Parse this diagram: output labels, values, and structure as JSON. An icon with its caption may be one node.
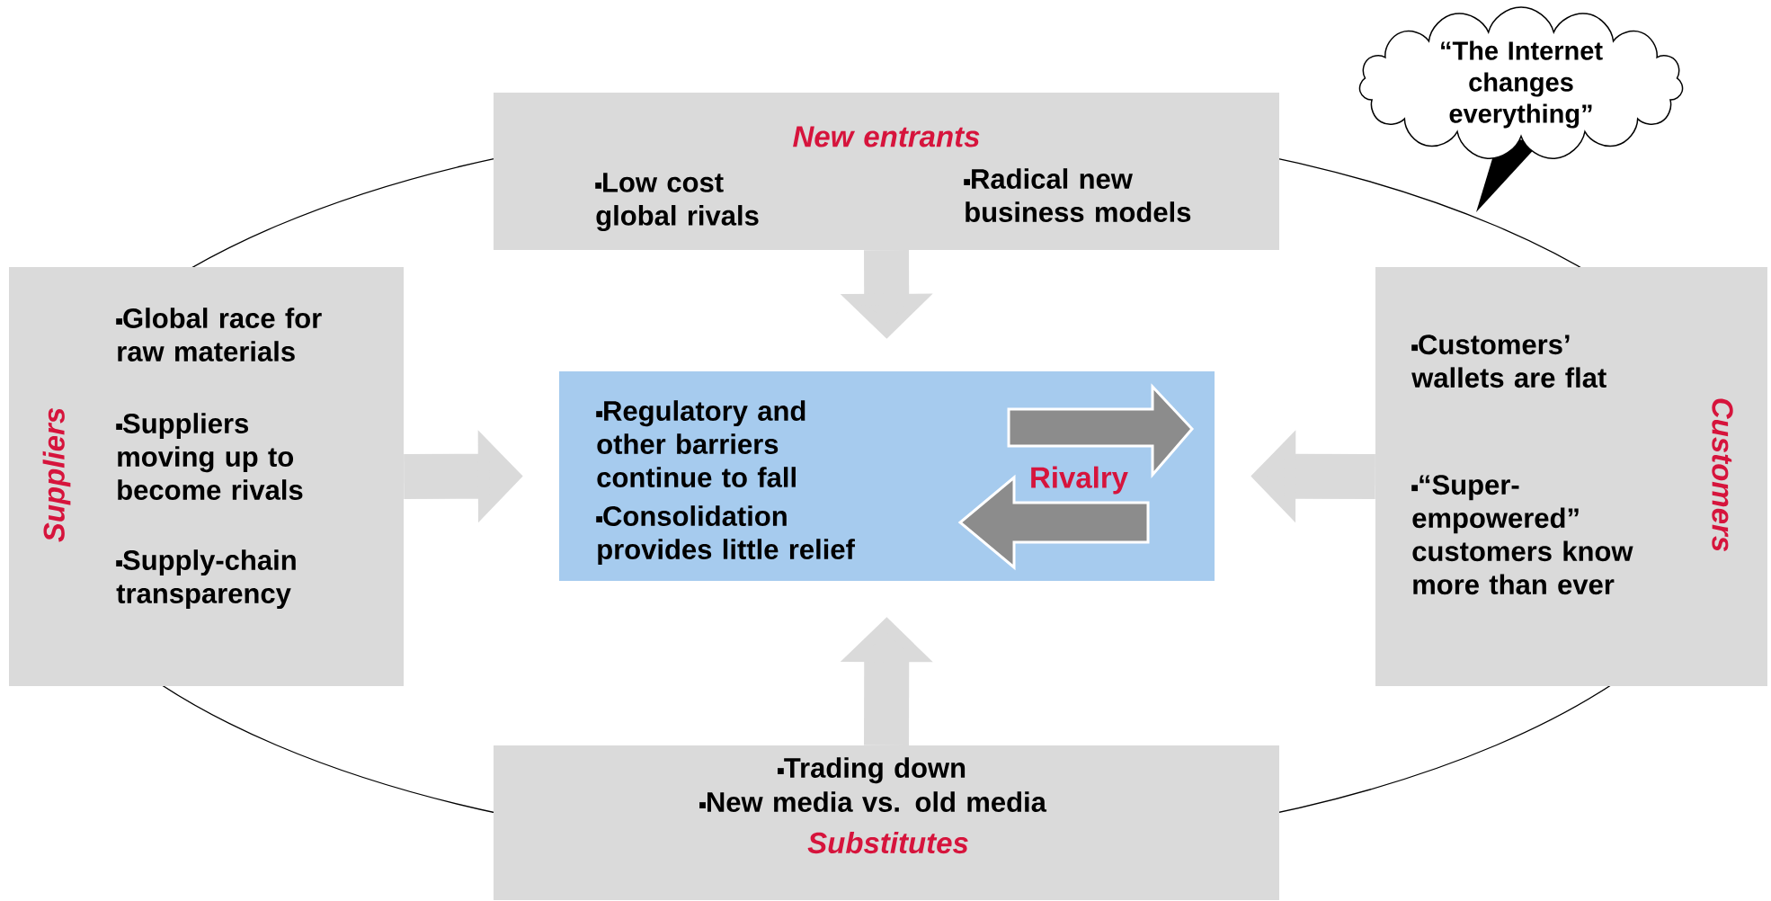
{
  "diagram": {
    "nodes": [
      {
        "text": [
          "New entrants",
          "Low cost global rivals",
          "Radical new business models"
        ]
      },
      {
        "text": [
          "“The Internet changes everything”"
        ]
      },
      {
        "text": [
          "Suppliers",
          "Global race for raw materials",
          "Suppliers moving up to become rivals",
          "Supply-chain transparency"
        ]
      },
      {
        "text": [
          "Regulatory and other barriers continue to fall",
          "Consolidation provides little relief",
          "Rivalry"
        ]
      },
      {
        "text": [
          "Customers",
          "Customers’ wallets are flat",
          "“Super-empowered” customers know more than ever"
        ]
      },
      {
        "text": [
          "Trading down",
          "New media vs. old media",
          "Substitutes"
        ]
      }
    ],
    "edges": [
      {
        "from": 0,
        "to": 3,
        "arrow": "to"
      },
      {
        "from": 2,
        "to": 3,
        "arrow": "to"
      },
      {
        "from": 4,
        "to": 3,
        "arrow": "to"
      },
      {
        "from": 5,
        "to": 3,
        "arrow": "to"
      }
    ]
  }
}
